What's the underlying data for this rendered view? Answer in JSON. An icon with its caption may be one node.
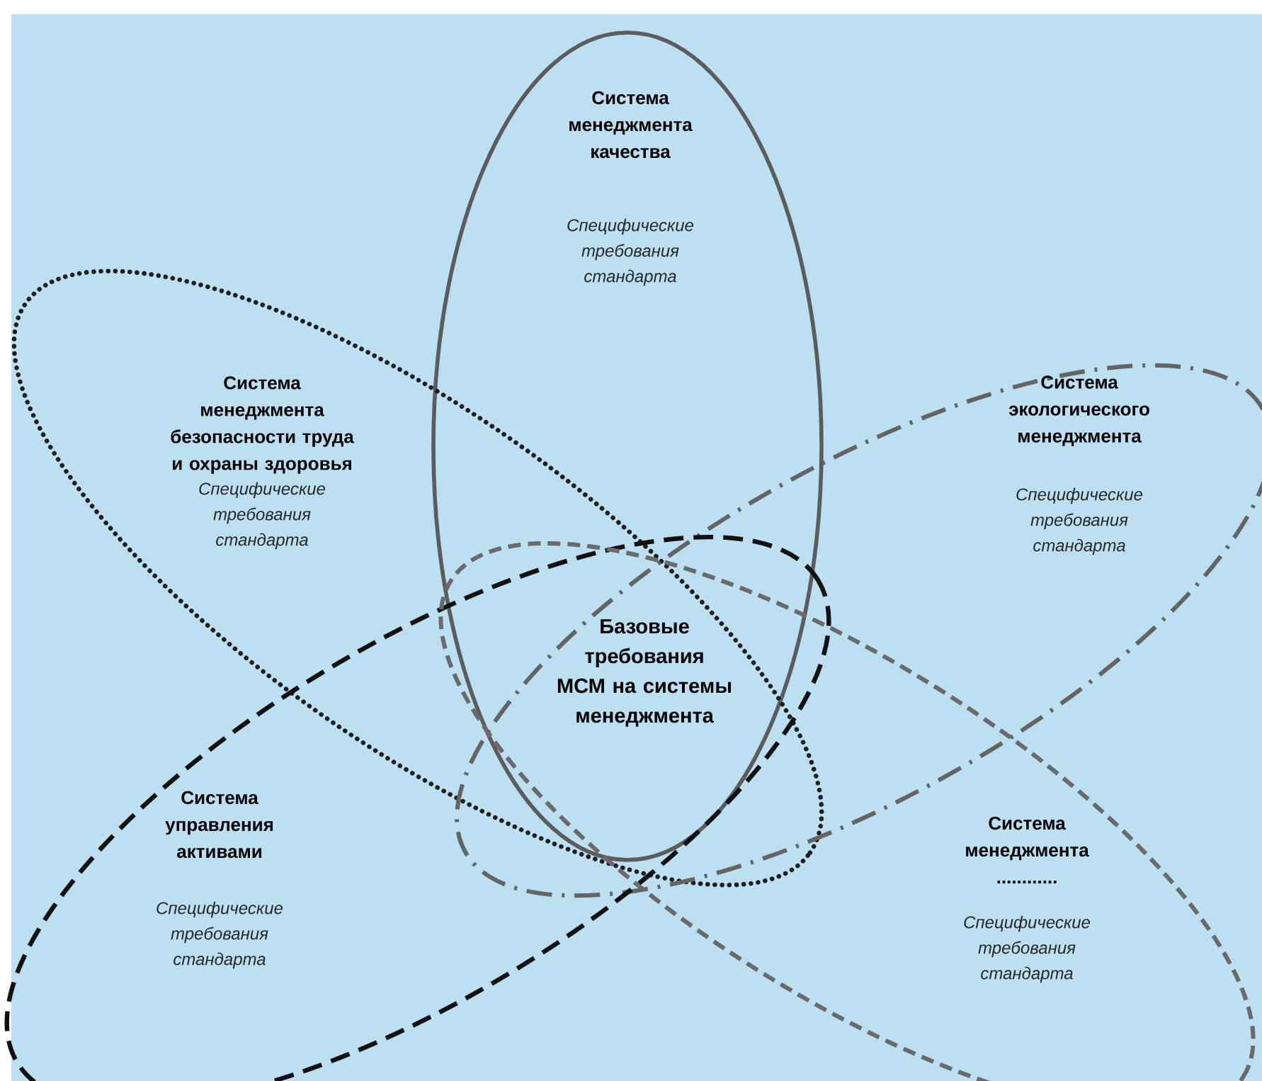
{
  "diagram": {
    "nodes": [
      {
        "text": [
          "Система менеджмента качества",
          "Специфические требования стандарта"
        ]
      },
      {
        "text": [
          "Система менеджмента безопасности труда и охраны здоровья",
          "Специфические требования стандарта"
        ]
      },
      {
        "text": [
          "Система экологического менеджмента",
          "Специфические требования стандарта"
        ]
      },
      {
        "text": [
          "Система управления активами",
          "Специфические требования стандарта"
        ]
      },
      {
        "text": [
          "Система менеджмента ............",
          "Специфические требования стандарта"
        ]
      }
    ],
    "labels": [
      "Базовые требования МСМ на системы менеджмента"
    ]
  }
}
